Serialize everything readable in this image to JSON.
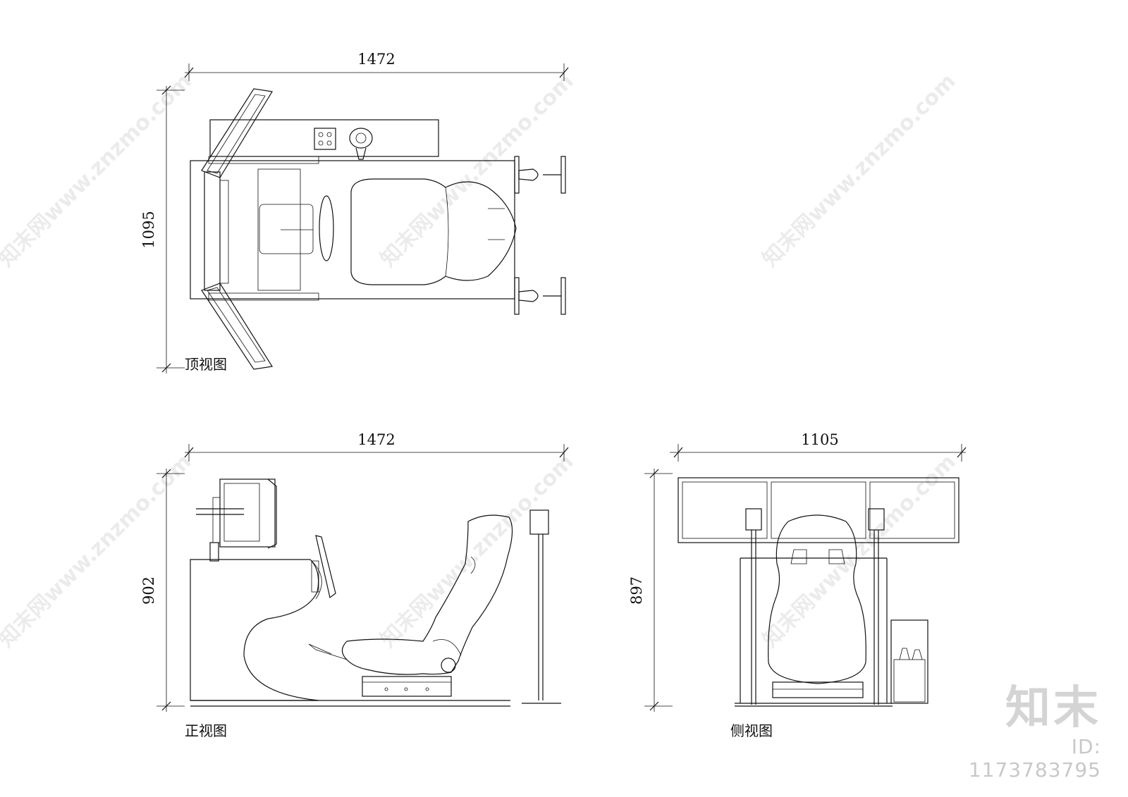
{
  "views": {
    "top": {
      "label": "顶视图",
      "width": "1472",
      "height": "1095"
    },
    "front": {
      "label": "正视图",
      "width": "1472",
      "height": "902"
    },
    "side": {
      "label": "侧视图",
      "width": "1105",
      "height": "897"
    }
  },
  "watermark": {
    "text": "知末网www.znzmo.com"
  },
  "brand": {
    "logo": "知末",
    "id": "ID: 1173783795"
  }
}
